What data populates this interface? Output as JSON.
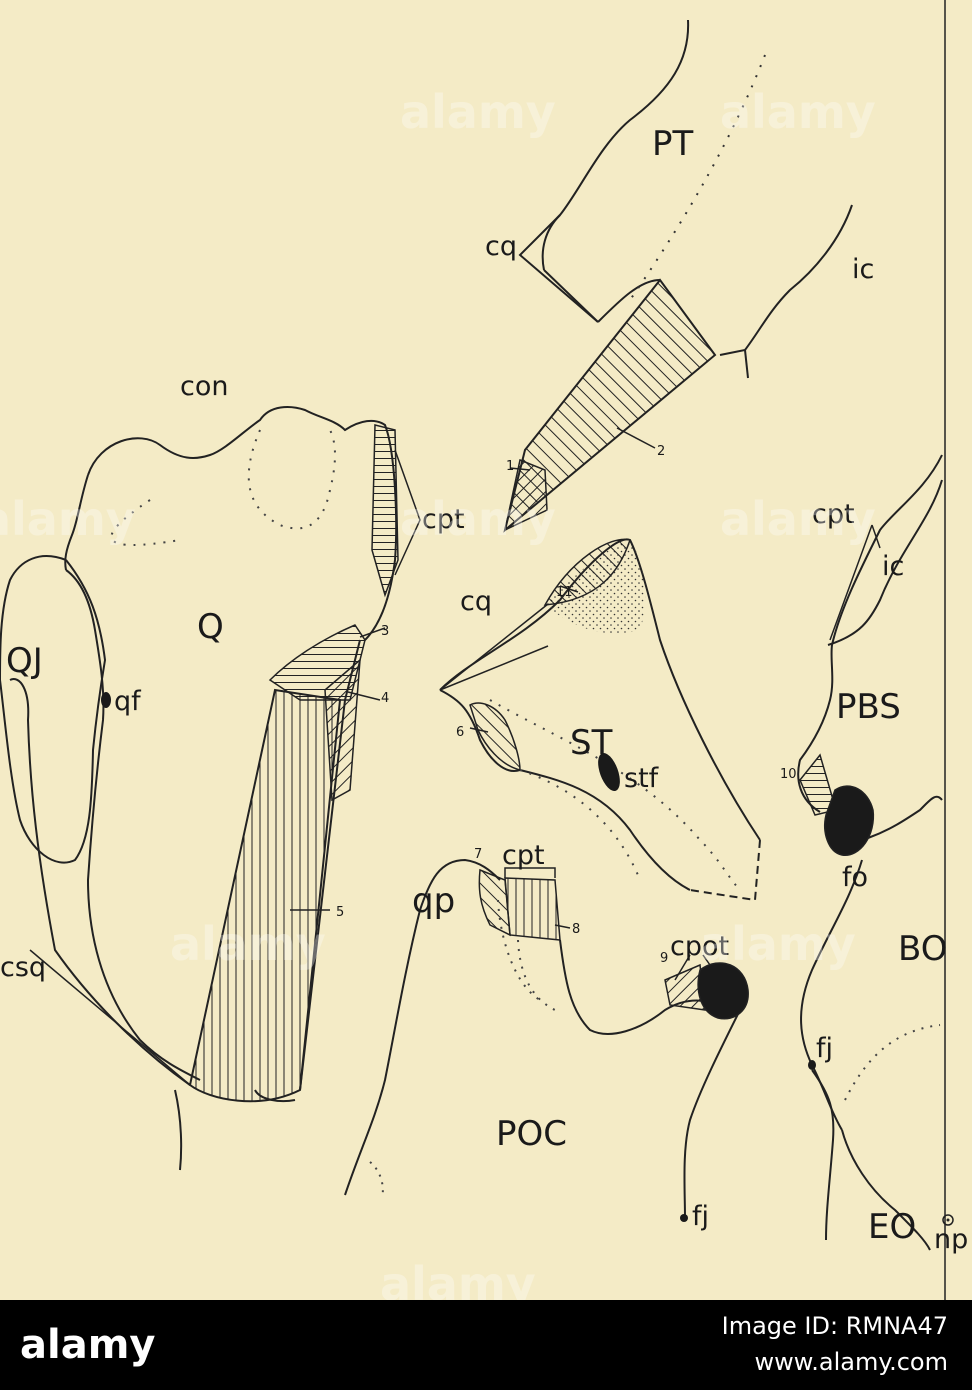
{
  "labels": {
    "PT": "PT",
    "cq_top": "cq",
    "ic_top": "ic",
    "con": "con",
    "cpt_left": "cpt",
    "num_1": "1",
    "num_2": "2",
    "Q": "Q",
    "QJ": "QJ",
    "qf": "qf",
    "num_3": "3",
    "num_4": "4",
    "num_11": "11",
    "cq_mid": "cq",
    "num_6": "6",
    "ST": "ST",
    "stf": "stf",
    "cpt_right": "cpt",
    "ic_right": "ic",
    "PBS": "PBS",
    "num_10": "10",
    "fo": "fo",
    "num_7": "7",
    "cpt_mid": "cpt",
    "qp": "qp",
    "num_8": "8",
    "cpot": "cpot",
    "num_9": "9",
    "num_5": "5",
    "csq": "csq",
    "BO": "BO",
    "fj_right": "fj",
    "POC": "POC",
    "fj_bottom": "fj",
    "EO": "EO",
    "np": "np"
  },
  "watermark": "alamy",
  "footer": {
    "brand": "alamy",
    "image_id": "Image ID: RMNA47",
    "site": "www.alamy.com"
  }
}
